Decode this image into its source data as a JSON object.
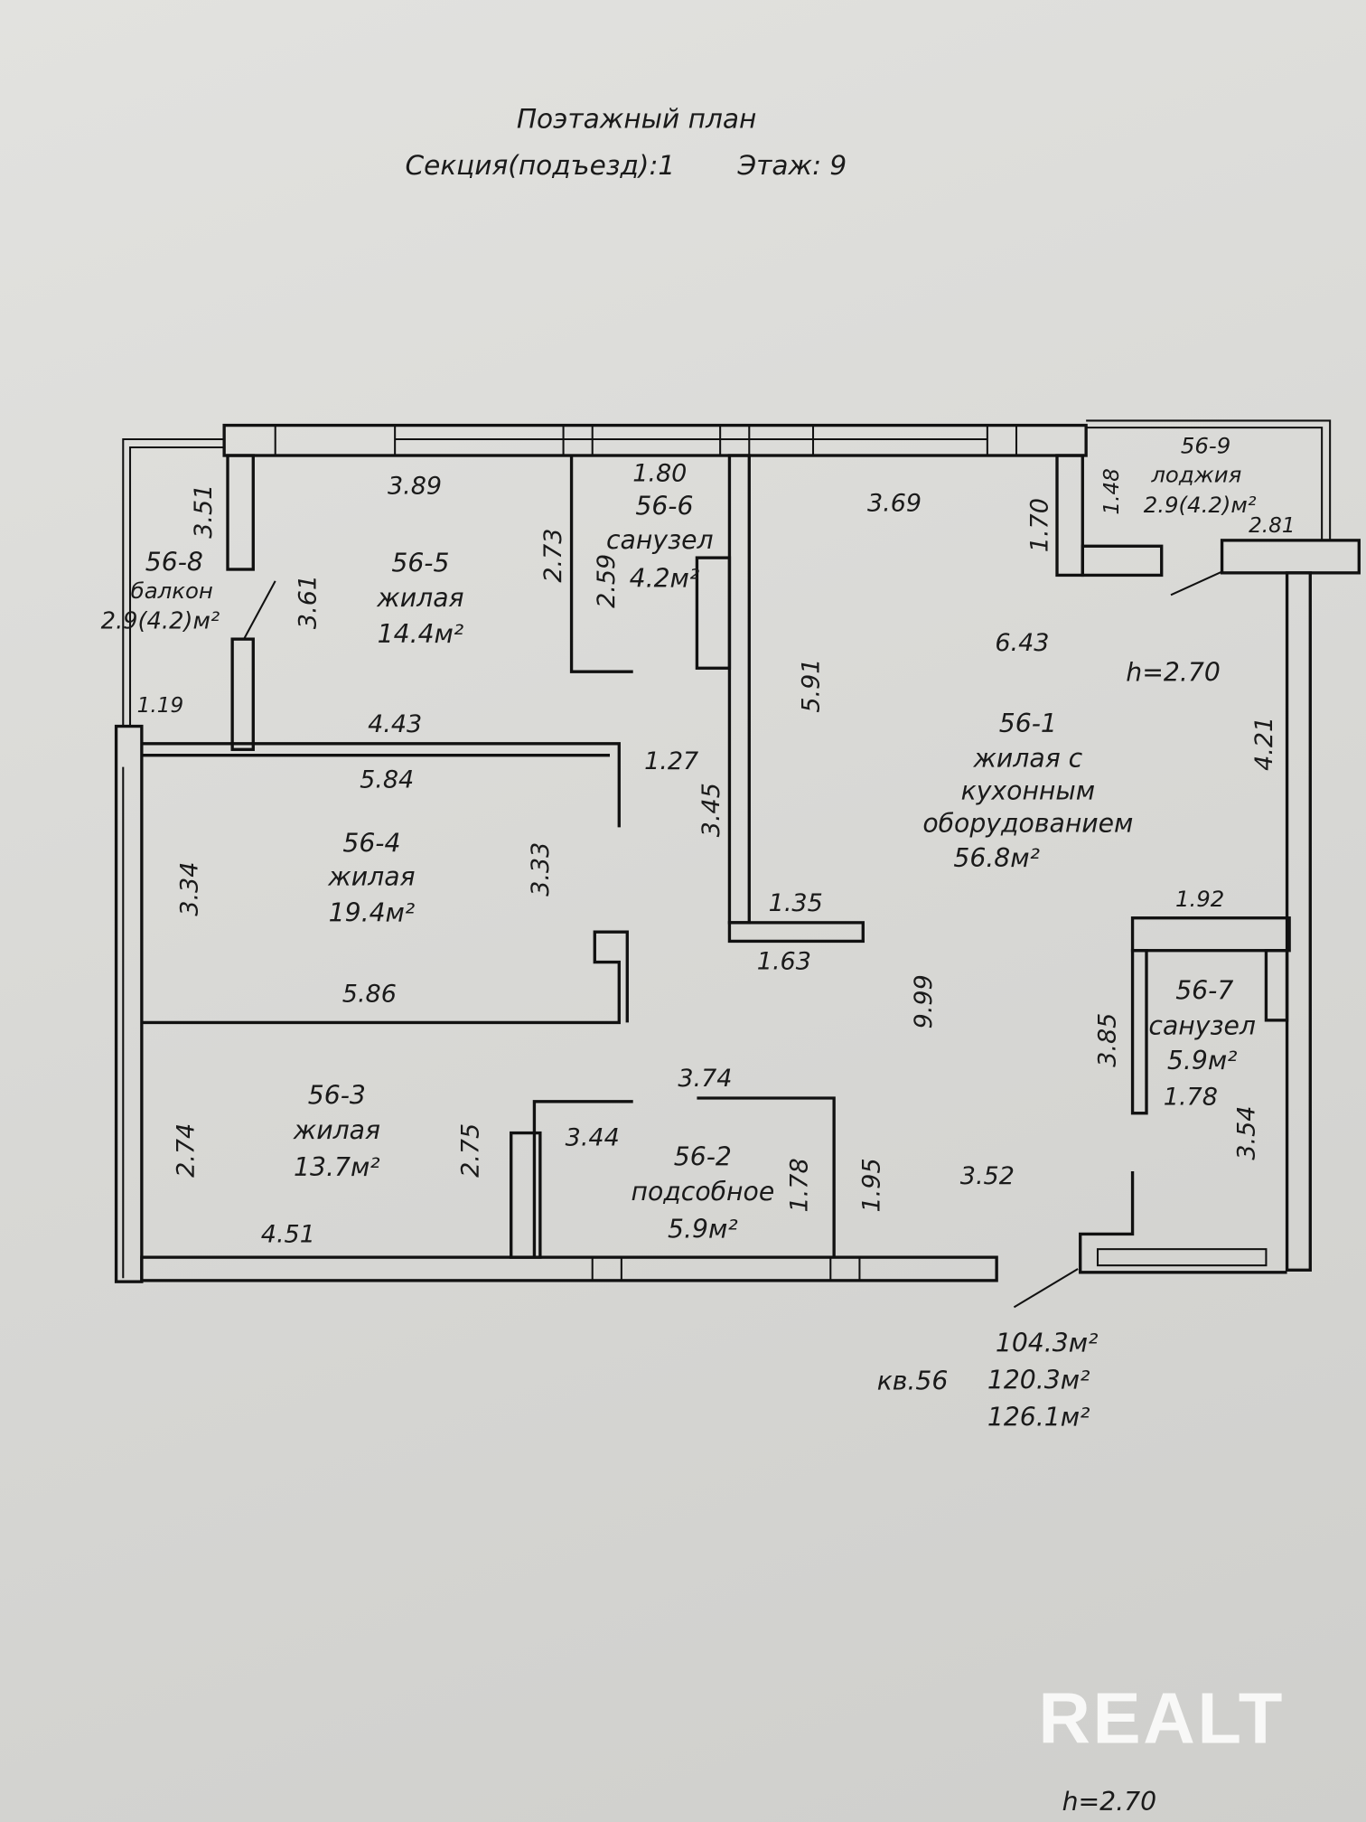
{
  "header": {
    "title": "Поэтажный план",
    "section": "Секция(подъезд):1",
    "floor": "Этаж: 9"
  },
  "rooms": {
    "r1": {
      "id": "56-1",
      "lines": [
        "жилая с",
        "кухонным",
        "оборудованием"
      ],
      "area": "56.8м²"
    },
    "r2": {
      "id": "56-2",
      "type": "подсобное",
      "area": "5.9м²"
    },
    "r3": {
      "id": "56-3",
      "type": "жилая",
      "area": "13.7м²"
    },
    "r4": {
      "id": "56-4",
      "type": "жилая",
      "area": "19.4м²"
    },
    "r5": {
      "id": "56-5",
      "type": "жилая",
      "area": "14.4м²"
    },
    "r6": {
      "id": "56-6",
      "type": "санузел",
      "area": "4.2м²"
    },
    "r7": {
      "id": "56-7",
      "type": "санузел",
      "area": "5.9м²"
    },
    "r8": {
      "id": "56-8",
      "type": "балкон",
      "area": "2.9(4.2)м²"
    },
    "r9": {
      "id": "56-9",
      "type": "лоджия",
      "area": "2.9(4.2)м²"
    }
  },
  "dimensions": {
    "d351": "3.51",
    "d361": "3.61",
    "d273": "2.73",
    "d259": "2.59",
    "d170": "1.70",
    "d148": "1.48",
    "d591": "5.91",
    "d345": "3.45",
    "d421": "4.21",
    "d334": "3.34",
    "d333": "3.33",
    "d999": "9.99",
    "d385": "3.85",
    "d354": "3.54",
    "d274": "2.74",
    "d275": "2.75",
    "d178a": "1.78",
    "d195": "1.95",
    "d389": "3.89",
    "d180": "1.80",
    "d369": "3.69",
    "d643": "6.43",
    "d281": "2.81",
    "d119": "1.19",
    "d443": "4.43",
    "d584": "5.84",
    "d127": "1.27",
    "d135": "1.35",
    "d163": "1.63",
    "d192": "1.92",
    "d586": "5.86",
    "d374": "3.74",
    "d344": "3.44",
    "d352": "3.52",
    "d451": "4.51",
    "d178b": "1.78"
  },
  "ceiling_height": "h=2.70",
  "ceiling_height_footer": "h=2.70",
  "apartment": {
    "label": "кв.56",
    "areas": [
      "104.3м²",
      "120.3м²",
      "126.1м²"
    ]
  },
  "watermark": "REALT"
}
